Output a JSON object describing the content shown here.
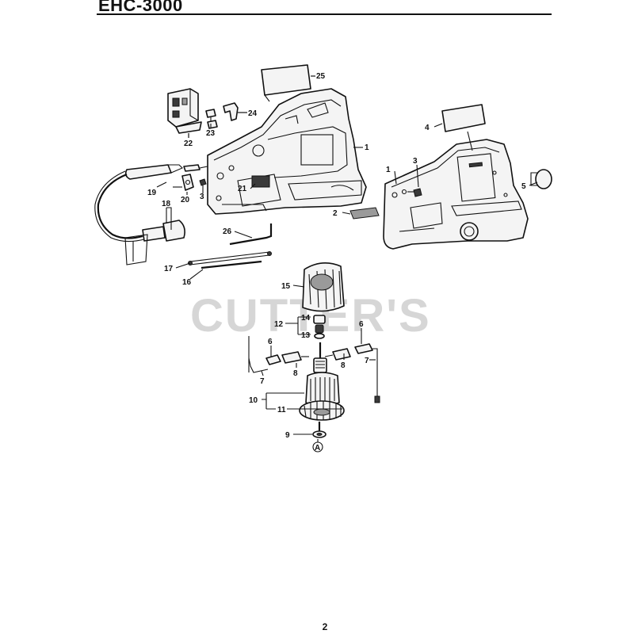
{
  "header": {
    "model": "EHC-3000"
  },
  "footer": {
    "page_number": "2"
  },
  "watermark": {
    "text": "CUTTER'S"
  },
  "callouts": {
    "c25": "25",
    "c24": "24",
    "c23": "23",
    "c22": "22",
    "c1a": "1",
    "c1b": "1",
    "c3a": "3",
    "c3b": "3",
    "c4": "4",
    "c5": "5",
    "c2": "2",
    "c21": "21",
    "c19": "19",
    "c20": "20",
    "c18": "18",
    "c26": "26",
    "c17": "17",
    "c16": "16",
    "c15": "15",
    "c14": "14",
    "c12": "12",
    "c13": "13",
    "c6a": "6",
    "c6b": "6",
    "c7a": "7",
    "c7b": "7",
    "c8a": "8",
    "c8b": "8",
    "c10": "10",
    "c11": "11",
    "c9": "9",
    "cA": "A"
  }
}
